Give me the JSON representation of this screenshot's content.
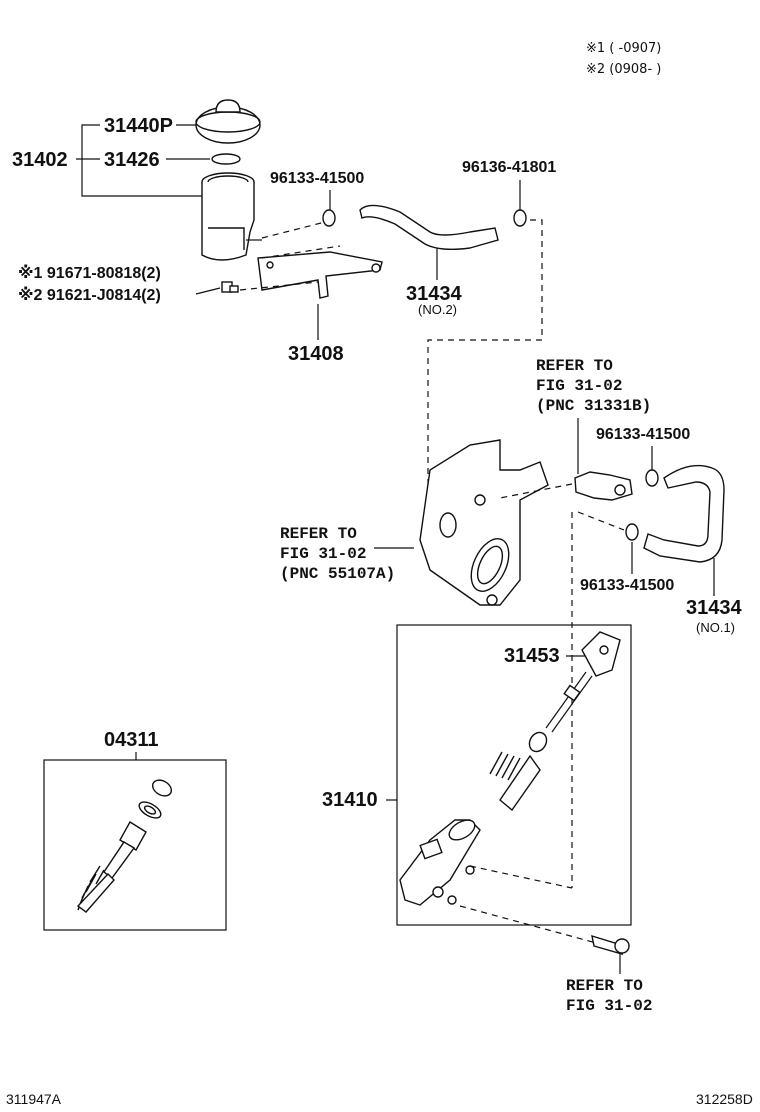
{
  "legend": {
    "note1": "※1 (     -0907)",
    "note2": "※2 (0908-     )"
  },
  "parts": {
    "p31440P": "31440P",
    "p31402": "31402",
    "p31426": "31426",
    "p96133_top": "96133-41500",
    "p96136": "96136-41801",
    "p91671": "※1 91671-80818(2)",
    "p91621": "※2 91621-J0814(2)",
    "p31434_no2": "31434",
    "p31434_no2_sub": "(NO.2)",
    "p31408": "31408",
    "ref_31331B": [
      "REFER TO",
      "FIG 31-02",
      "(PNC 31331B)"
    ],
    "p96133_mid": "96133-41500",
    "ref_55107A": [
      "REFER TO",
      "FIG 31-02",
      "(PNC 55107A)"
    ],
    "p96133_low": "96133-41500",
    "p31434_no1": "31434",
    "p31434_no1_sub": "(NO.1)",
    "p31453": "31453",
    "p31410": "31410",
    "p04311": "04311",
    "ref_bottom": [
      "REFER TO",
      "FIG 31-02"
    ]
  },
  "footer": {
    "left_code": "311947A",
    "right_code": "312258D"
  }
}
